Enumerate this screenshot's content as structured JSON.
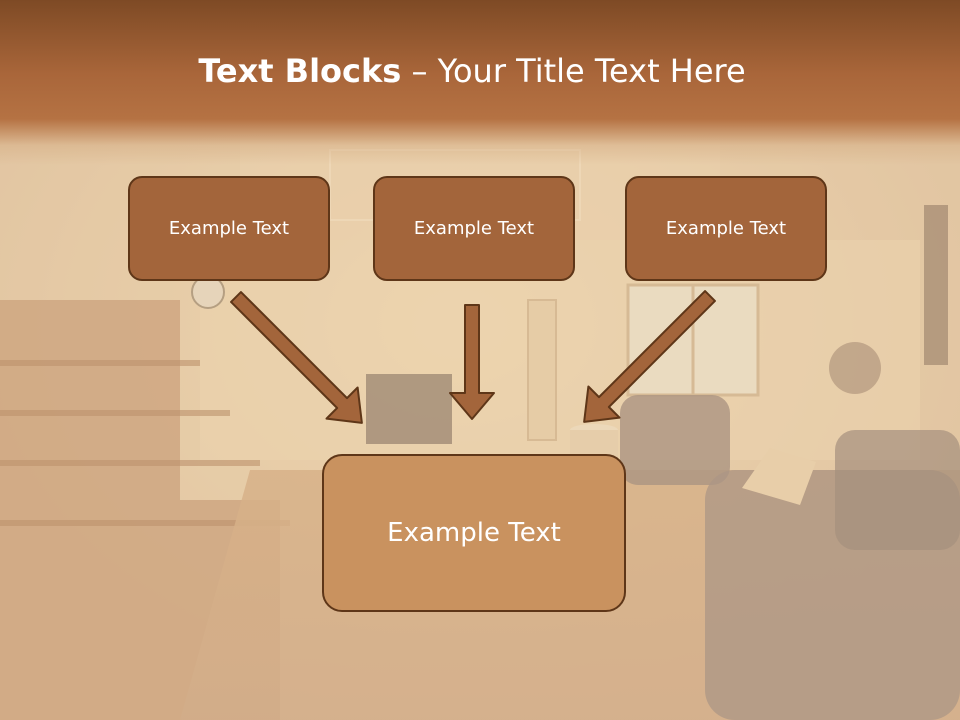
{
  "title": {
    "bold": "Text Blocks",
    "dash": " – ",
    "rest": "Your Title Text Here"
  },
  "blocks": {
    "left": "Example Text",
    "middle": "Example Text",
    "right": "Example Text",
    "bottom": "Example Text"
  },
  "colors": {
    "title_band": "#a9663a",
    "box_fill": "#a3653b",
    "box_border": "#5e3618",
    "big_box_fill": "#c9925f",
    "arrow": "#a3653b"
  },
  "icons": {
    "arrows": [
      "arrow-down-right-icon",
      "arrow-down-icon",
      "arrow-down-left-icon"
    ]
  }
}
